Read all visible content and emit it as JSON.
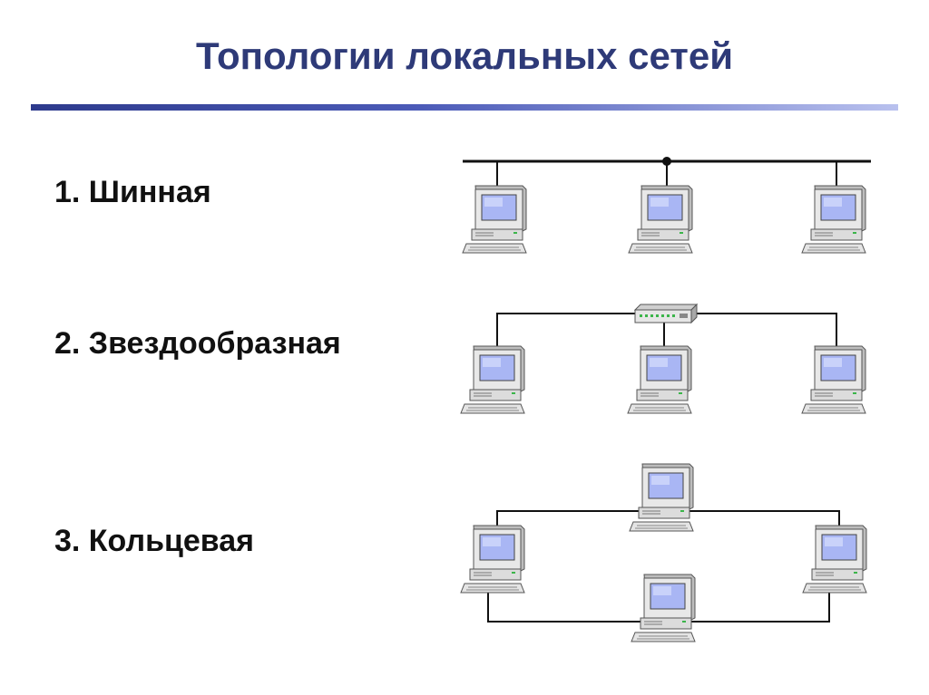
{
  "title": "Топологии локальных сетей",
  "topologies": [
    {
      "id": "bus",
      "label": "1. Шинная"
    },
    {
      "id": "star",
      "label": "2. Звездообразная"
    },
    {
      "id": "ring",
      "label": "3. Кольцевая"
    }
  ],
  "colors": {
    "title": "#2e3a78",
    "rule_start": "#2d3a8c",
    "rule_end": "#b9c1ee",
    "screen": "#a9b6f4",
    "case": "#e6e6e6",
    "cable": "#111111"
  },
  "icons": [
    "computer-icon",
    "network-hub-icon"
  ]
}
